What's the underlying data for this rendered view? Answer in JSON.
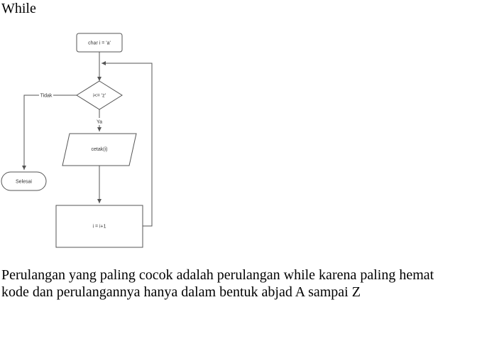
{
  "heading": "While",
  "flowchart": {
    "init_label": "char i = 'a'",
    "condition_label": "i<= 'z'",
    "no_label": "Tidak",
    "yes_label": "Ya",
    "output_label": "cetak(i)",
    "end_label": "Selesai",
    "increment_label": "i = i+1"
  },
  "paragraph": {
    "line1": "Perulangan yang paling cocok adalah perulangan while karena paling hemat",
    "line2": "kode dan perulangannya hanya dalam bentuk abjad A sampai Z"
  }
}
